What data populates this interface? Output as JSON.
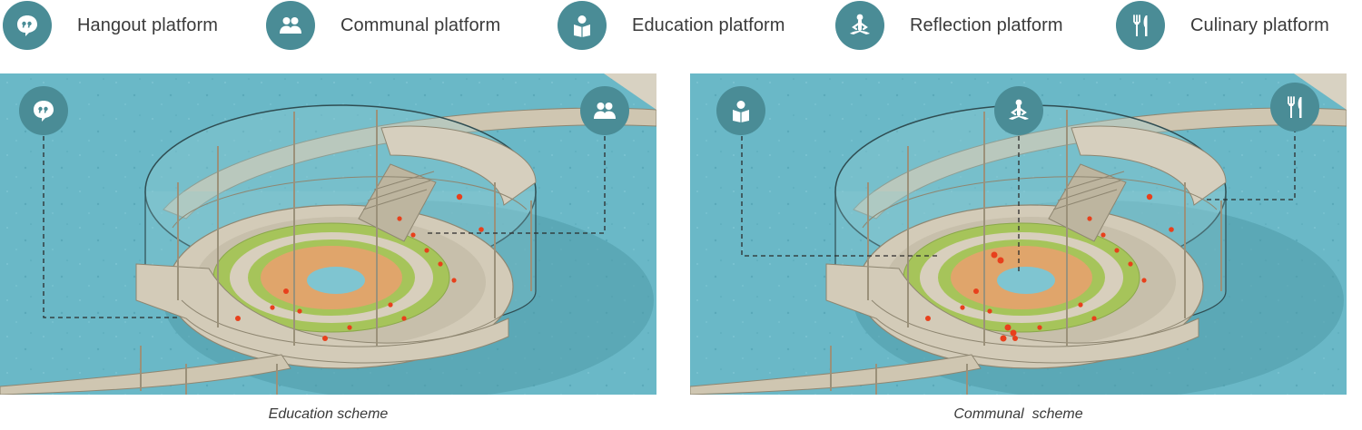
{
  "legend": [
    {
      "icon": "quote-bubble-icon",
      "label": "Hangout platform"
    },
    {
      "icon": "people-icon",
      "label": "Communal platform"
    },
    {
      "icon": "reader-icon",
      "label": "Education platform"
    },
    {
      "icon": "meditation-icon",
      "label": "Reflection platform"
    },
    {
      "icon": "fork-knife-icon",
      "label": "Culinary platform"
    }
  ],
  "schemes": [
    {
      "caption": "Education scheme",
      "markers": [
        "quote-bubble-icon",
        "people-icon"
      ]
    },
    {
      "caption": "Communal  scheme",
      "markers": [
        "reader-icon",
        "meditation-icon",
        "fork-knife-icon"
      ]
    }
  ],
  "colors": {
    "accent": "#4a8c96",
    "water": "#6ab8c7",
    "deck": "#d3cbb8",
    "grass": "#a6c45a",
    "floor": "#e0a56b",
    "people": "#e8401c"
  }
}
